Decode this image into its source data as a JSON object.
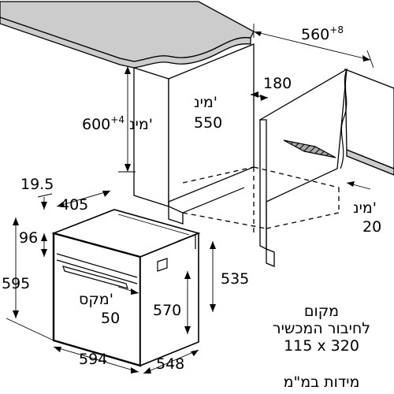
{
  "dimensions": {
    "total_width_base": "560",
    "total_width_tol": "+8",
    "min_height_base": "600",
    "min_height_tol": "+4",
    "min_height_prefix": "מינ'",
    "niche_depth_prefix": "מינ'",
    "niche_depth": "550",
    "rear_gap": "180",
    "front_panel": "19.5",
    "vent_width": "405",
    "fascia": "96",
    "oven_height": "595",
    "niche_height": "535",
    "door_height": "570",
    "max_label": "מקס'",
    "max_value": "50",
    "oven_width": "594",
    "oven_depth": "548",
    "min_side_prefix": "מינ'",
    "min_side": "20"
  },
  "caption": {
    "line1": "מקום",
    "line2": "לחיבור המכשיר",
    "line3": "115 x 320",
    "units": "מידות במ\"מ"
  }
}
